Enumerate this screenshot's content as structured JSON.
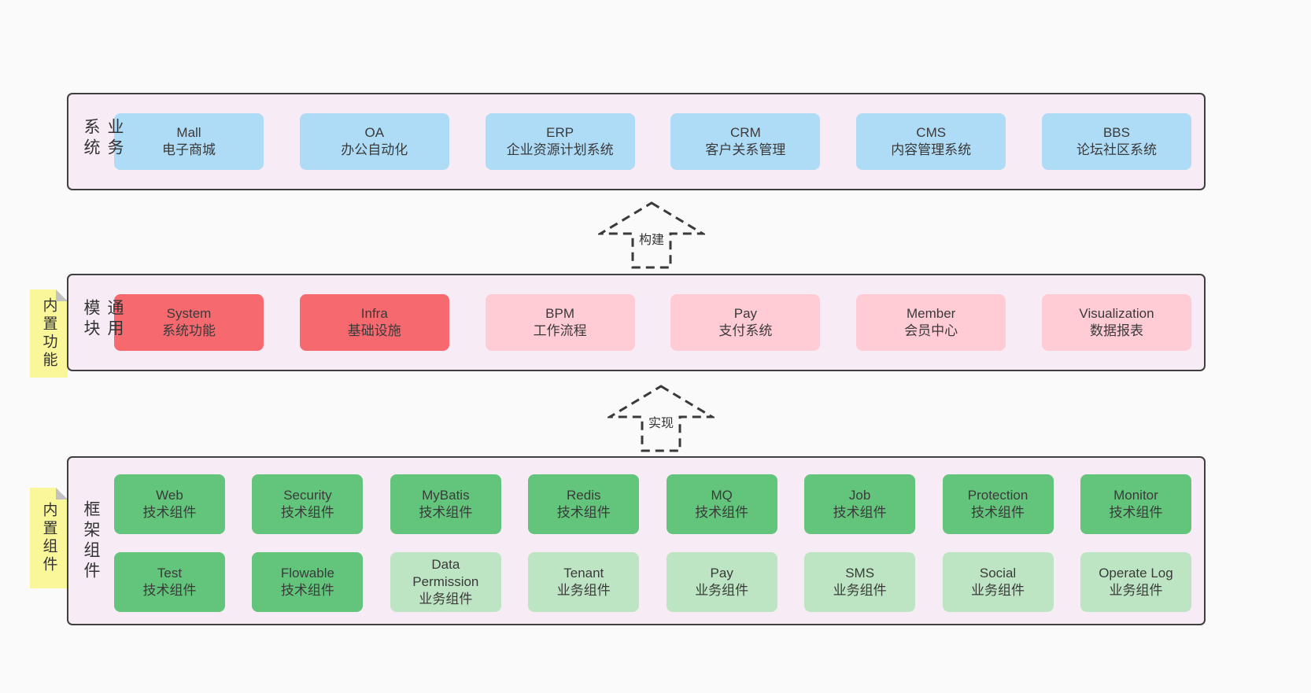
{
  "colors": {
    "page_bg": "#fafafa",
    "band_bg": "#f7ecf5",
    "band_border": "#3f3f3f",
    "blue": "#aedcf7",
    "red": "#f5696f",
    "pink": "#ffccd6",
    "green": "#63c57b",
    "light_green": "#bee5c3",
    "sticky_yellow": "#faf79b",
    "text": "#3a3a3a"
  },
  "arrows": [
    {
      "label": "构建"
    },
    {
      "label": "实现"
    }
  ],
  "bands": [
    {
      "label": "业务系统",
      "boxes": [
        {
          "title": "Mall",
          "subtitle": "电子商城"
        },
        {
          "title": "OA",
          "subtitle": "办公自动化"
        },
        {
          "title": "ERP",
          "subtitle": "企业资源计划系统"
        },
        {
          "title": "CRM",
          "subtitle": "客户关系管理"
        },
        {
          "title": "CMS",
          "subtitle": "内容管理系统"
        },
        {
          "title": "BBS",
          "subtitle": "论坛社区系统"
        }
      ]
    },
    {
      "label": "通用模块",
      "sticky": "内置功能",
      "boxes": [
        {
          "title": "System",
          "subtitle": "系统功能"
        },
        {
          "title": "Infra",
          "subtitle": "基础设施"
        },
        {
          "title": "BPM",
          "subtitle": "工作流程"
        },
        {
          "title": "Pay",
          "subtitle": "支付系统"
        },
        {
          "title": "Member",
          "subtitle": "会员中心"
        },
        {
          "title": "Visualization",
          "subtitle": "数据报表"
        }
      ]
    },
    {
      "label": "框架组件",
      "sticky": "内置组件",
      "rows": [
        [
          {
            "title": "Web",
            "subtitle": "技术组件"
          },
          {
            "title": "Security",
            "subtitle": "技术组件"
          },
          {
            "title": "MyBatis",
            "subtitle": "技术组件"
          },
          {
            "title": "Redis",
            "subtitle": "技术组件"
          },
          {
            "title": "MQ",
            "subtitle": "技术组件"
          },
          {
            "title": "Job",
            "subtitle": "技术组件"
          },
          {
            "title": "Protection",
            "subtitle": "技术组件"
          },
          {
            "title": "Monitor",
            "subtitle": "技术组件"
          }
        ],
        [
          {
            "title": "Test",
            "subtitle": "技术组件"
          },
          {
            "title": "Flowable",
            "subtitle": "技术组件"
          },
          {
            "title": "Data Permission",
            "subtitle": "业务组件"
          },
          {
            "title": "Tenant",
            "subtitle": "业务组件"
          },
          {
            "title": "Pay",
            "subtitle": "业务组件"
          },
          {
            "title": "SMS",
            "subtitle": "业务组件"
          },
          {
            "title": "Social",
            "subtitle": "业务组件"
          },
          {
            "title": "Operate Log",
            "subtitle": "业务组件"
          }
        ]
      ]
    }
  ]
}
